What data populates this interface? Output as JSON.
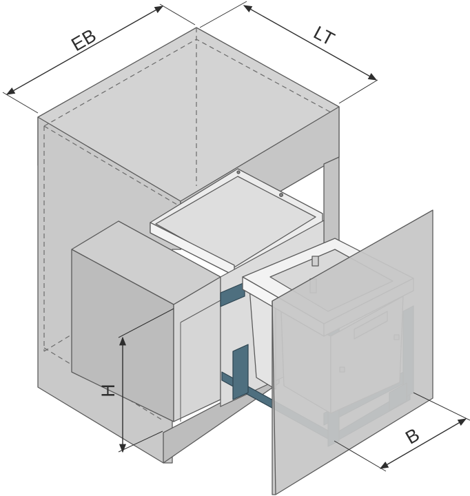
{
  "labels": {
    "eb": "EB",
    "lt": "LT",
    "h": "H",
    "b": "B"
  },
  "colors": {
    "cabinet": "#c8c8c8",
    "cabinet_top": "#d2d2d2",
    "cabinet_side": "#bebebe",
    "outline": "#5a5a5a",
    "bin": "#e9e9e9",
    "frame": "#4e6f7f",
    "door": "#c5c5c5",
    "dimension": "#2e2e2e"
  }
}
